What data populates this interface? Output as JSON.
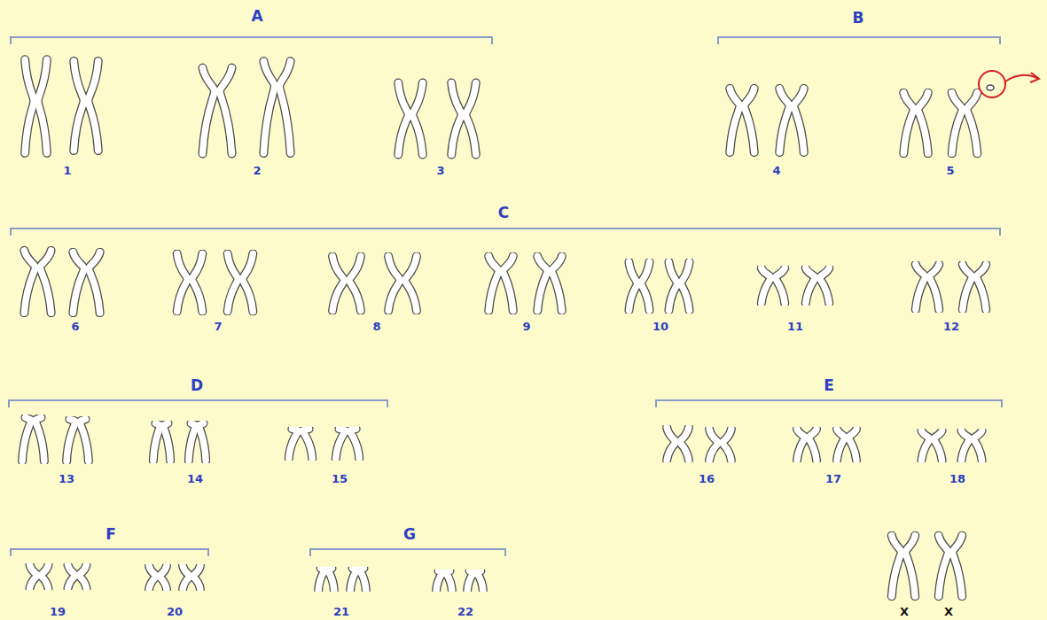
{
  "diagram": {
    "labels": [
      "A",
      "B",
      "1",
      "2",
      "3",
      "4",
      "5",
      "C",
      "6",
      "7",
      "8",
      "9",
      "10",
      "11",
      "12",
      "D",
      "E",
      "13",
      "14",
      "15",
      "16",
      "17",
      "18",
      "F",
      "G",
      "19",
      "20",
      "21",
      "22",
      "X",
      "X"
    ]
  }
}
